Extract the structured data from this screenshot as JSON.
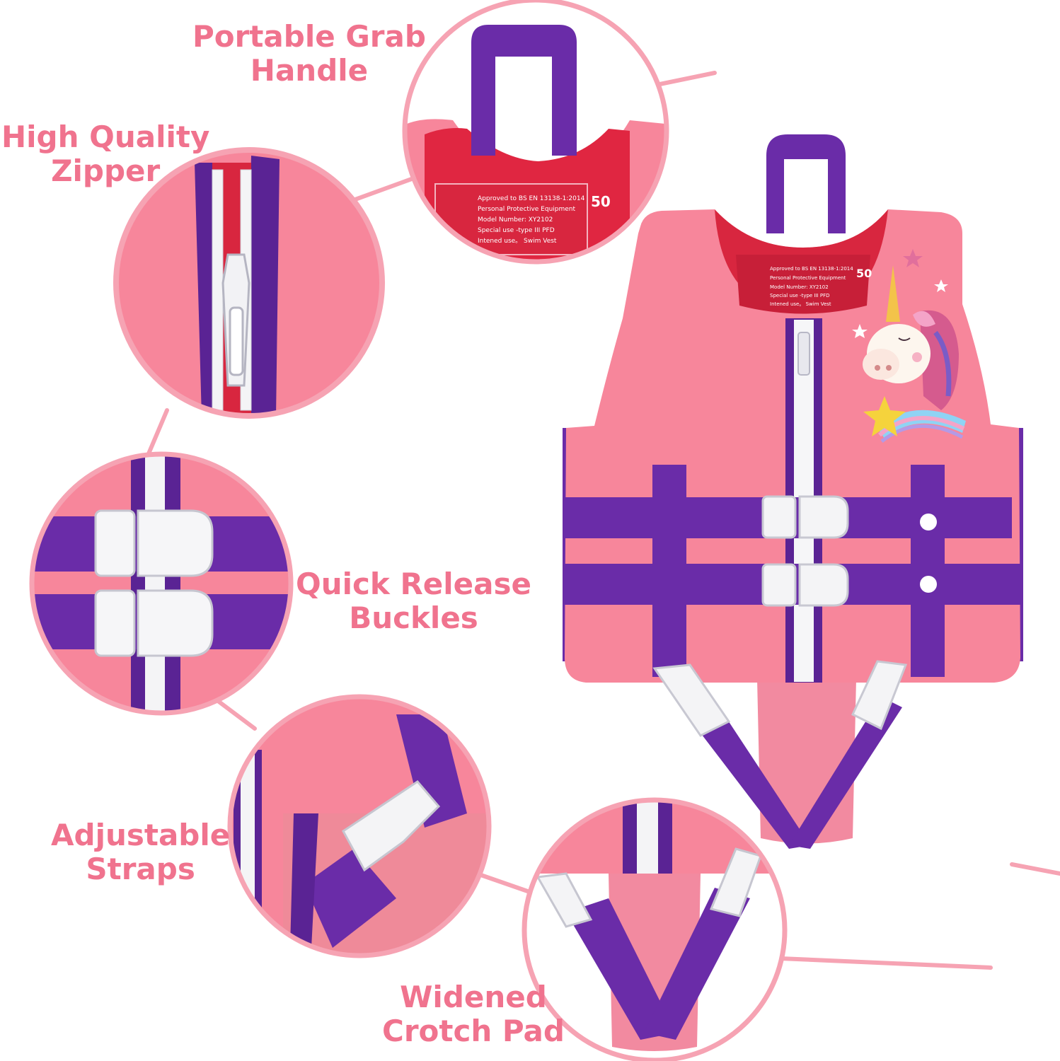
{
  "features": {
    "grab_handle": {
      "line1": "Portable Grab",
      "line2": "Handle"
    },
    "zipper": {
      "line1": "High Quality",
      "line2": "Zipper"
    },
    "buckles": {
      "line1": "Quick Release",
      "line2": "Buckles"
    },
    "straps": {
      "line1": "Adjustable",
      "line2": "Straps"
    },
    "crotch_pad": {
      "line1": "Widened",
      "line2": "Crotch Pad"
    }
  },
  "vest_label": {
    "line1": "Approved to BS EN 13138-1:2014",
    "line2": "Personal Protective Equipment",
    "line3": "Model Number: XY2102",
    "line4": "Special use -type III PFD",
    "line5": "Intened use。 Swim Vest",
    "size_mark": "50"
  },
  "colors": {
    "vest_pink": "#f7869b",
    "lining_red": "#d8263f",
    "strap_purple": "#6a2ca8",
    "buckle_white": "#f4f4f6",
    "text_pink": "#f0738e",
    "connector_pink": "#f6a3b3"
  }
}
